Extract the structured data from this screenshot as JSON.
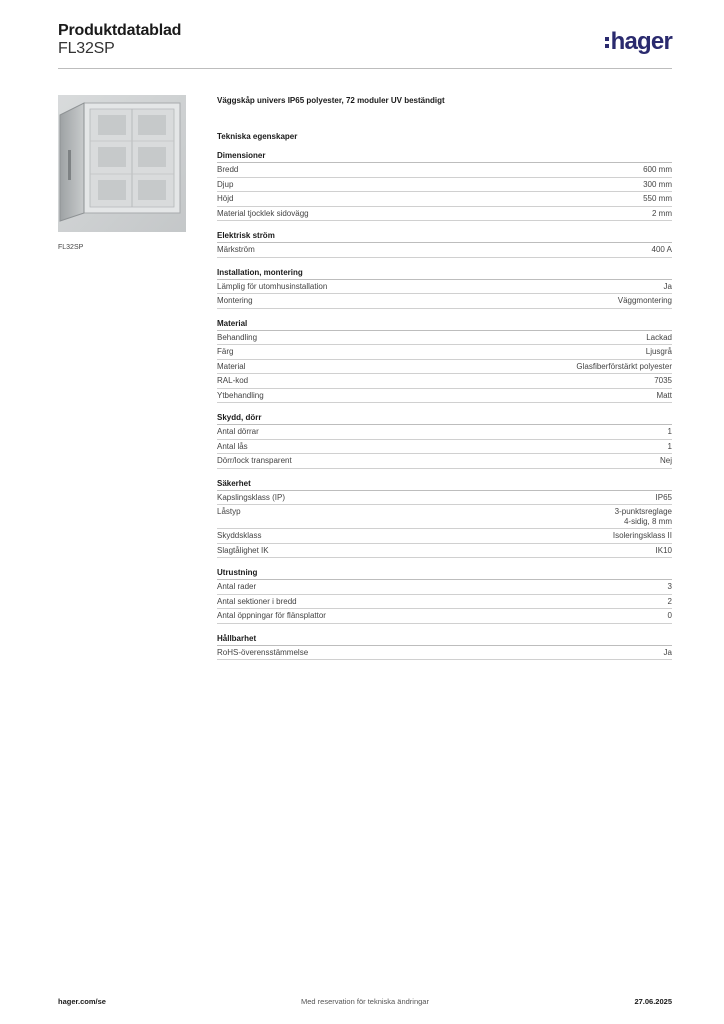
{
  "header": {
    "title": "Produktdatablad",
    "code": "FL32SP",
    "logo_text": "hager",
    "logo_color": "#2a2a6e"
  },
  "image": {
    "caption": "FL32SP",
    "icon": "wall-cabinet-image"
  },
  "product_name": "Väggskåp univers IP65 polyester, 72 moduler UV beständigt",
  "spec_heading": "Tekniska egenskaper",
  "sections": [
    {
      "title": "Dimensioner",
      "rows": [
        {
          "label": "Bredd",
          "value": "600 mm"
        },
        {
          "label": "Djup",
          "value": "300 mm"
        },
        {
          "label": "Höjd",
          "value": "550 mm"
        },
        {
          "label": "Material tjocklek sidovägg",
          "value": "2 mm"
        }
      ]
    },
    {
      "title": "Elektrisk ström",
      "rows": [
        {
          "label": "Märkström",
          "value": "400 A"
        }
      ]
    },
    {
      "title": "Installation, montering",
      "rows": [
        {
          "label": "Lämplig för utomhusinstallation",
          "value": "Ja"
        },
        {
          "label": "Montering",
          "value": "Väggmontering"
        }
      ]
    },
    {
      "title": "Material",
      "rows": [
        {
          "label": "Behandling",
          "value": "Lackad"
        },
        {
          "label": "Färg",
          "value": "Ljusgrå"
        },
        {
          "label": "Material",
          "value": "Glasfiberförstärkt polyester"
        },
        {
          "label": "RAL-kod",
          "value": "7035"
        },
        {
          "label": "Ytbehandling",
          "value": "Matt"
        }
      ]
    },
    {
      "title": "Skydd, dörr",
      "rows": [
        {
          "label": "Antal dörrar",
          "value": "1"
        },
        {
          "label": "Antal lås",
          "value": "1"
        },
        {
          "label": "Dörr/lock transparent",
          "value": "Nej"
        }
      ]
    },
    {
      "title": "Säkerhet",
      "rows": [
        {
          "label": "Kapslingsklass (IP)",
          "value": "IP65"
        },
        {
          "label": "Låstyp",
          "value": "3-punktsreglage\n4-sidig, 8 mm"
        },
        {
          "label": "Skyddsklass",
          "value": "Isoleringsklass II"
        },
        {
          "label": "Slagtålighet IK",
          "value": "IK10"
        }
      ]
    },
    {
      "title": "Utrustning",
      "rows": [
        {
          "label": "Antal rader",
          "value": "3"
        },
        {
          "label": "Antal sektioner i bredd",
          "value": "2"
        },
        {
          "label": "Antal öppningar för flänsplattor",
          "value": "0"
        }
      ]
    },
    {
      "title": "Hållbarhet",
      "rows": [
        {
          "label": "RoHS-överensstämmelse",
          "value": "Ja"
        }
      ]
    }
  ],
  "footer": {
    "website": "hager.com/se",
    "disclaimer": "Med reservation för tekniska ändringar",
    "date": "27.06.2025"
  }
}
